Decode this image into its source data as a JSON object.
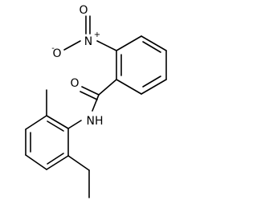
{
  "molecule": {
    "labels": {
      "o_nitro_top": "O",
      "o_minus": "O",
      "minus": "-",
      "n_nitro": "N",
      "plus": "+",
      "o_carbonyl": "O",
      "nh": "NH"
    }
  }
}
